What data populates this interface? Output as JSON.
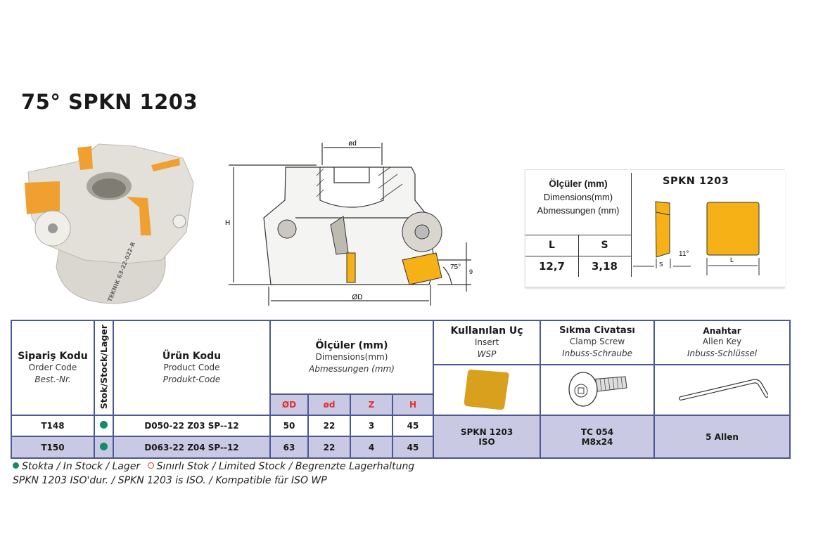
{
  "title": "75° SPKN 1203",
  "photo": {
    "engraving": "TEKNIK 63-22-022-R"
  },
  "drawing": {
    "od_label": "ød",
    "H_label": "H",
    "OD_label": "ØD",
    "angle_label": "75°",
    "height_label": "9"
  },
  "insert_dims": {
    "heading": [
      "Ölçüler (mm)",
      "Dimensions(mm)",
      "Abmessungen (mm)"
    ],
    "col_L": "L",
    "col_S": "S",
    "val_L": "12,7",
    "val_S": "3,18",
    "name": "SPKN 1203",
    "angle": "11°",
    "s_label": "S",
    "l_label": "L"
  },
  "table": {
    "order_code": [
      "Sipariş Kodu",
      "Order Code",
      "Best.-Nr."
    ],
    "stock": "Stok/Stock/Lager",
    "product_code": [
      "Ürün Kodu",
      "Product Code",
      "Produkt-Code"
    ],
    "dimensions": [
      "Ölçüler (mm)",
      "Dimensions(mm)",
      "Abmessungen (mm)"
    ],
    "dim_cols": [
      "ØD",
      "ød",
      "Z",
      "H"
    ],
    "insert": [
      "Kullanılan Uç",
      "Insert",
      "WSP"
    ],
    "screw": [
      "Sıkma Civatası",
      "Clamp Screw",
      "Inbuss-Schraube"
    ],
    "key": [
      "Anahtar",
      "Allen Key",
      "Inbuss-Schlüssel"
    ],
    "rows": [
      {
        "order": "T148",
        "stock": "in-stock",
        "product": "D050-22 Z03 SP--12",
        "D": "50",
        "d": "22",
        "Z": "3",
        "H": "45"
      },
      {
        "order": "T150",
        "stock": "in-stock",
        "product": "D063-22 Z04 SP--12",
        "D": "63",
        "d": "22",
        "Z": "4",
        "H": "45"
      }
    ],
    "insert_value": [
      "SPKN 1203",
      "ISO"
    ],
    "screw_value": [
      "TC 054",
      "M8x24"
    ],
    "key_value": "5 Allen"
  },
  "legend": {
    "in_stock": "Stokta / In Stock / Lager",
    "limited": "Sınırlı Stok / Limited Stock / Begrenzte Lagerhaltung",
    "note": "SPKN 1203 ISO'dur. / SPKN 1203 is ISO. / Kompatible für ISO WP"
  },
  "colors": {
    "border": "#4b5796",
    "row_alt": "#c9c9e3",
    "stock_green": "#138a6c",
    "accent_red": "#e03030",
    "insert_gold": "#f5b116"
  }
}
